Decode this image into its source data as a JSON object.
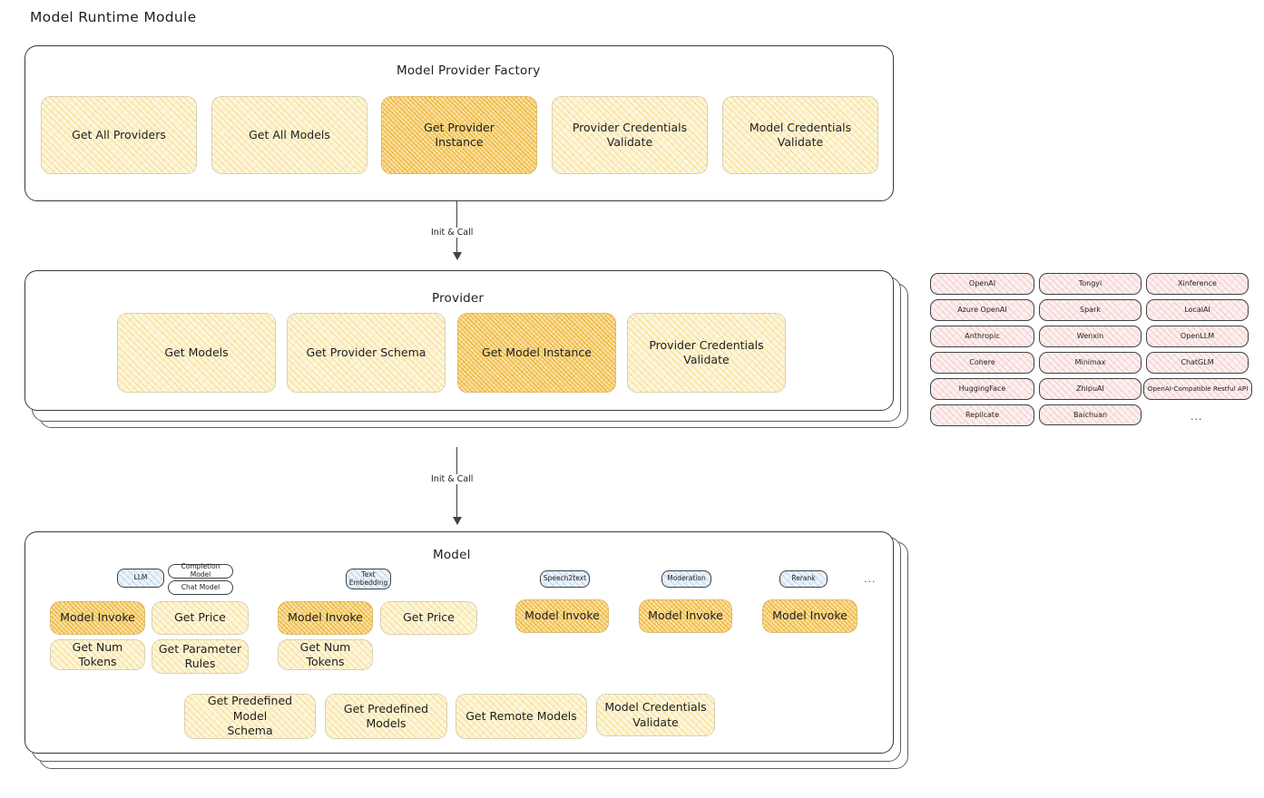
{
  "page": {
    "title": "Model Runtime Module",
    "accent_highlight": "#fbe2a6",
    "accent_light": "#fdf6dc",
    "accent_provider": "#fdf0f0",
    "accent_badge": "#eef4fb"
  },
  "factory": {
    "title": "Model Provider Factory",
    "methods": [
      {
        "label": "Get All Providers",
        "highlight": false
      },
      {
        "label": "Get All Models",
        "highlight": false
      },
      {
        "label": "Get Provider\nInstance",
        "highlight": true
      },
      {
        "label": "Provider Credentials\nValidate",
        "highlight": false
      },
      {
        "label": "Model Credentials\nValidate",
        "highlight": false
      }
    ]
  },
  "arrows": [
    {
      "label": "Init & Call"
    },
    {
      "label": "Init & Call"
    }
  ],
  "provider": {
    "title": "Provider",
    "methods": [
      {
        "label": "Get Models",
        "highlight": false
      },
      {
        "label": "Get Provider Schema",
        "highlight": false
      },
      {
        "label": "Get Model Instance",
        "highlight": true
      },
      {
        "label": "Provider Credentials\nValidate",
        "highlight": false
      }
    ]
  },
  "provider_list": {
    "columns": [
      [
        "OpenAI",
        "Azure OpenAI",
        "Anthropic",
        "Cohere",
        "HuggingFace",
        "Replicate"
      ],
      [
        "Tongyi",
        "Spark",
        "Wenxin",
        "Minimax",
        "ZhipuAI",
        "Baichuan"
      ],
      [
        "Xinference",
        "LocalAI",
        "OpenLLM",
        "ChatGLM",
        "OpenAI-Compatible Restful API"
      ]
    ],
    "more": "..."
  },
  "model": {
    "title": "Model",
    "more": "...",
    "types": [
      {
        "badge": "LLM",
        "sub_badges": [
          "Completion Model",
          "Chat Model"
        ],
        "methods": [
          {
            "label": "Model Invoke",
            "highlight": true
          },
          {
            "label": "Get Price",
            "highlight": false
          },
          {
            "label": "Get Num Tokens",
            "highlight": false
          },
          {
            "label": "Get Parameter\nRules",
            "highlight": false
          }
        ]
      },
      {
        "badge": "Text\nEmbedding",
        "sub_badges": [],
        "methods": [
          {
            "label": "Model Invoke",
            "highlight": true
          },
          {
            "label": "Get Price",
            "highlight": false
          },
          {
            "label": "Get Num Tokens",
            "highlight": false
          }
        ]
      },
      {
        "badge": "Speech2text",
        "sub_badges": [],
        "methods": [
          {
            "label": "Model Invoke",
            "highlight": true
          }
        ]
      },
      {
        "badge": "Moderation",
        "sub_badges": [],
        "methods": [
          {
            "label": "Model Invoke",
            "highlight": true
          }
        ]
      },
      {
        "badge": "Rerank",
        "sub_badges": [],
        "methods": [
          {
            "label": "Model Invoke",
            "highlight": true
          }
        ]
      }
    ],
    "shared_methods": [
      "Get Predefined Model\nSchema",
      "Get Predefined\nModels",
      "Get Remote Models",
      "Model Credentials\nValidate"
    ]
  }
}
